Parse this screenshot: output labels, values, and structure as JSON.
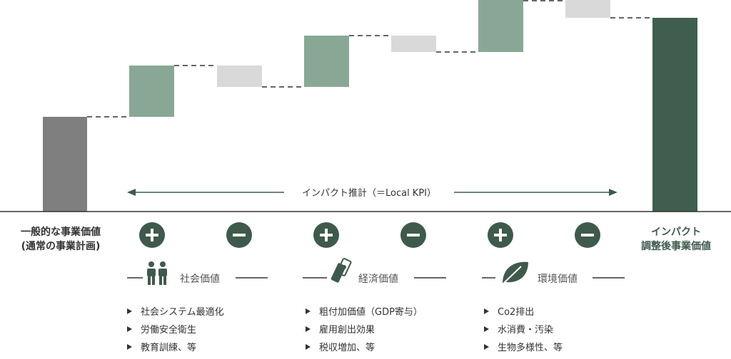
{
  "colors": {
    "baseline_bar": "#7f7f7f",
    "positive_bar": "#88a895",
    "negative_bar": "#d9d9d9",
    "final_bar": "#3f5e4f",
    "circle_icon": "#3f5a4c",
    "arrow": "#3f5a4c"
  },
  "arrow_label": "インパクト推計（＝Local KPI）",
  "left_label": [
    "一般的な事業価値",
    "(通常の事業計画)"
  ],
  "right_label": [
    "インパクト",
    "調整後事業価値"
  ],
  "groups": [
    {
      "icon": "people-icon",
      "title": "社会価値",
      "items": [
        "社会システム最適化",
        "労働安全衛生",
        "教育訓練、等"
      ]
    },
    {
      "icon": "money-icon",
      "title": "経済価値",
      "items": [
        "粗付加価値（GDP寄与）",
        "雇用創出効果",
        "税収増加、等"
      ]
    },
    {
      "icon": "leaf-icon",
      "title": "環境価値",
      "items": [
        "Co2排出",
        "水消費・汚染",
        "生物多様性、等"
      ]
    }
  ]
}
